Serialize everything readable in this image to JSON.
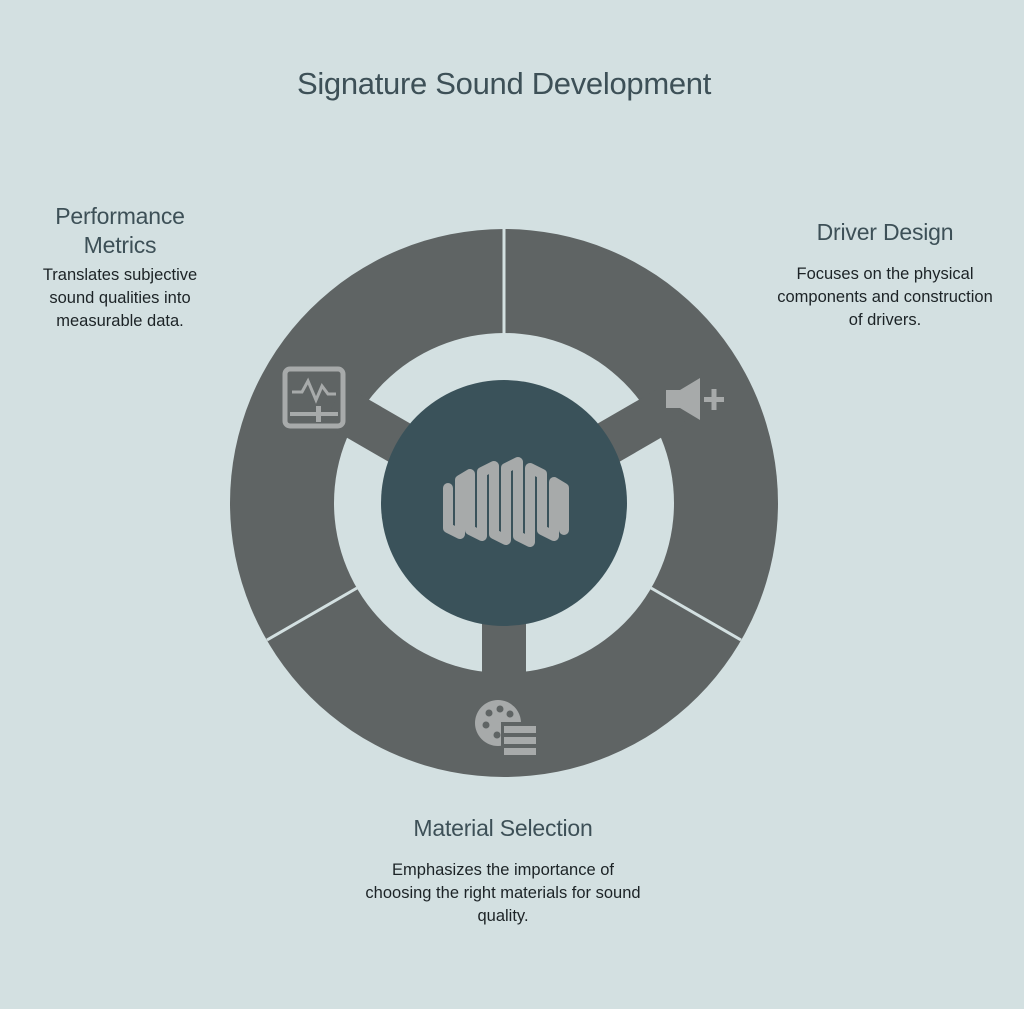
{
  "title": "Signature Sound Development",
  "segments": [
    {
      "heading": "Driver Design",
      "description": "Focuses on the physical components and construction of drivers.",
      "icon": "speaker-plus-icon"
    },
    {
      "heading": "Material Selection",
      "description": "Emphasizes the importance of choosing the right materials for sound quality.",
      "icon": "material-palette-icon"
    },
    {
      "heading": "Performance Metrics",
      "description": "Translates subjective sound qualities into measurable data.",
      "icon": "monitor-waveform-icon"
    }
  ],
  "center_icon": "sound-wave-icon",
  "colors": {
    "background": "#d3e0e1",
    "ring": "#5f6464",
    "center": "#3a525a",
    "icon": "#a7aaaa",
    "title": "#3d5057"
  }
}
